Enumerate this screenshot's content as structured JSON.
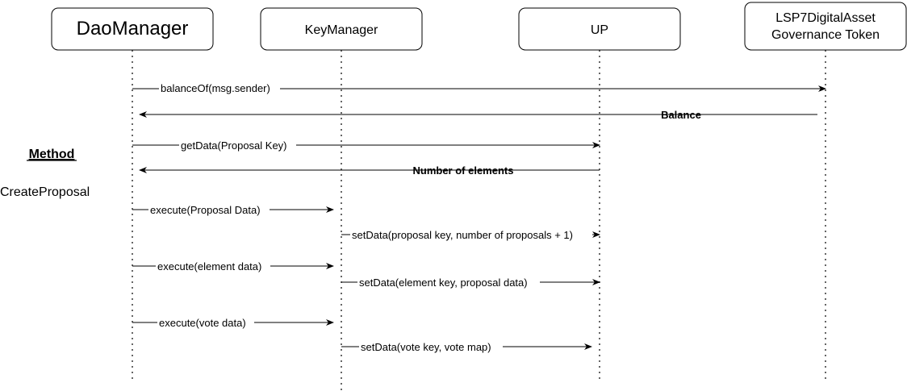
{
  "actors": [
    {
      "id": "dao",
      "label": [
        "DaoManager"
      ],
      "font_size": 24
    },
    {
      "id": "km",
      "label": [
        "KeyManager"
      ],
      "font_size": 16
    },
    {
      "id": "up",
      "label": [
        "UP"
      ],
      "font_size": 16
    },
    {
      "id": "lsp7",
      "label": [
        "LSP7DigitalAsset",
        "Governance Token"
      ],
      "font_size": 16
    }
  ],
  "messages": [
    {
      "from": "dao",
      "to": "lsp7",
      "label": "balanceOf(msg.sender)",
      "bold": false
    },
    {
      "from": "lsp7",
      "to": "dao",
      "label": "Balance",
      "bold": true
    },
    {
      "from": "dao",
      "to": "up",
      "label": "getData(Proposal Key)",
      "bold": false
    },
    {
      "from": "up",
      "to": "dao",
      "label": "Number of elements",
      "bold": true
    },
    {
      "from": "dao",
      "to": "km",
      "label": "execute(Proposal Data)",
      "bold": false
    },
    {
      "from": "km",
      "to": "up",
      "label": "setData(proposal key, number of proposals + 1)",
      "bold": false
    },
    {
      "from": "dao",
      "to": "km",
      "label": "execute(element data)",
      "bold": false
    },
    {
      "from": "km",
      "to": "up",
      "label": "setData(element key, proposal data)",
      "bold": false
    },
    {
      "from": "dao",
      "to": "km",
      "label": "execute(vote data)",
      "bold": false
    },
    {
      "from": "km",
      "to": "up",
      "label": "setData(vote key, vote map)",
      "bold": false
    }
  ],
  "side_notes": {
    "method_heading": "Method",
    "method_name": "CreateProposal"
  }
}
